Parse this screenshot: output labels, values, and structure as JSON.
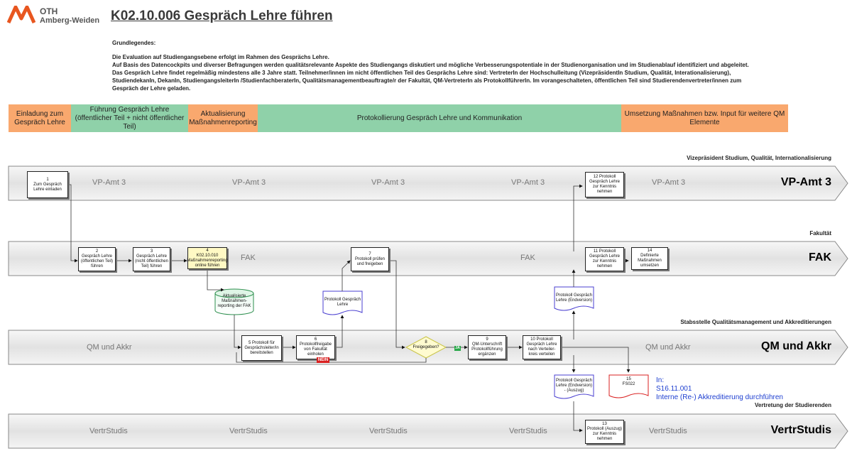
{
  "header": {
    "logo_line1": "OTH",
    "logo_line2": "Amberg-Weiden",
    "title": "K02.10.006 Gespräch Lehre führen"
  },
  "intro": {
    "heading": "Grundlegendes:",
    "line1": "Die Evaluation auf Studiengangsebene erfolgt im Rahmen des Gesprächs Lehre.",
    "line2": "Auf Basis des Datencockpits und diverser Befragungen werden qualitätsrelevante Aspekte des Studiengangs diskutiert und mögliche Verbesserungspotentiale in der Studienorganisation und im Studienablauf identifiziert und abgeleitet.",
    "line3": "Das Gespräch Lehre findet regelmäßig mindestens alle 3 Jahre statt. Teilnehmer/innen im nicht öffentlichen Teil des Gesprächs Lehre sind: VertreterIn der Hochschulleitung (VizepräsidentIn Studium, Qualität, Interationalisierung),",
    "line4": "StudiendekanIn, DekanIn, StudiengangsleiterIn /StudienfachberaterIn, Qualitätsmanagementbeauftragte/r der Fakultät, QM-VertreterIn als ProtokollführerIn. Im vorangeschalteten, öffentlichen Teil sind Studierendenvertreter/innen zum",
    "line5": "Gespräch der Lehre geladen."
  },
  "phases": [
    {
      "label": "Einladung zum Gespräch Lehre",
      "color": "#f9a86e"
    },
    {
      "label": "Führung Gespräch Lehre (öffentlicher Teil + nicht öffentlicher Teil)",
      "color": "#8fd1a9"
    },
    {
      "label": "Aktualisierung Maßnahmenreporting",
      "color": "#f9a86e"
    },
    {
      "label": "Protokollierung Gespräch Lehre und Kommunikation",
      "color": "#8fd1a9"
    },
    {
      "label": "Umsetzung Maßnahmen bzw. Input für weitere QM Elemente",
      "color": "#f9a86e"
    }
  ],
  "lanes": {
    "vp": {
      "caption": "Vizepräsident Studium, Qualität, Internationalisierung",
      "name": "VP-Amt 3",
      "watermark": "VP-Amt 3"
    },
    "fak": {
      "caption": "Fakultät",
      "name": "FAK",
      "watermark": "FAK"
    },
    "qm": {
      "caption": "Stabsstelle Qualitätsmanagement und Akkreditierungen",
      "name": "QM und Akkr",
      "watermark": "QM und Akkr"
    },
    "vs": {
      "caption": "Vertretung der Studierenden",
      "name": "VertrStudis",
      "watermark": "VertrStudis"
    }
  },
  "steps": {
    "s1": "1\nZum Gespräch Lehre einladen",
    "s2": "2\nGespräch Lehre (öffentlichen Teil) führen",
    "s3": "3\nGespräch Lehre (nicht öffentlichen Teil) führen",
    "s4": "4\nK02.10.010 Maßnahmenreporting online führen",
    "s5": "5 Protokoll für Gesprächsleiter/in bereitstellen",
    "s6": "6\nProtokollfreigabe von Fakultät einholen",
    "s7": "7\nProtokoll prüfen und freigeben",
    "s8": "8\nFreigegeben?",
    "s9": "9\nQM-Unterschrift Protokollführung ergänzen",
    "s10": "10 Protokoll Gespräch Lehre nach Verteiler-kreis verteilen",
    "s11": "11 Protokoll Gespräch Lehre zur Kenntnis nehmen",
    "s12": "12 Protokoll Gespräch Lehre zur Kenntnis nehmen",
    "s13": "13\nProtokoll (Auszug) zur Kenntnis nehmen",
    "s14": "14\nDefinierte Maßnahmen umsetzen",
    "s15": "15\nFS022"
  },
  "artifacts": {
    "db": "Aktualisierte Maßnahmen-reporting der FAK",
    "doc1": "Protokoll Gespräch Lehre",
    "doc2": "Protokoll Gespräch Lehre (Endversion)",
    "doc3": "Protokoll Gespräch Lehre (Endversion) - (Auszug)"
  },
  "decision": {
    "no_label": "NEIN",
    "yes_label": "JA"
  },
  "interface_note": {
    "line1": "In:",
    "line2": "S16.11.001",
    "line3": "Interne (Re-) Akkreditierung durchführen"
  },
  "colors": {
    "orange": "#f9a86e",
    "green": "#8fd1a9",
    "link_blue": "#1e3fd0",
    "lane_gray": "#e4e4e4"
  }
}
